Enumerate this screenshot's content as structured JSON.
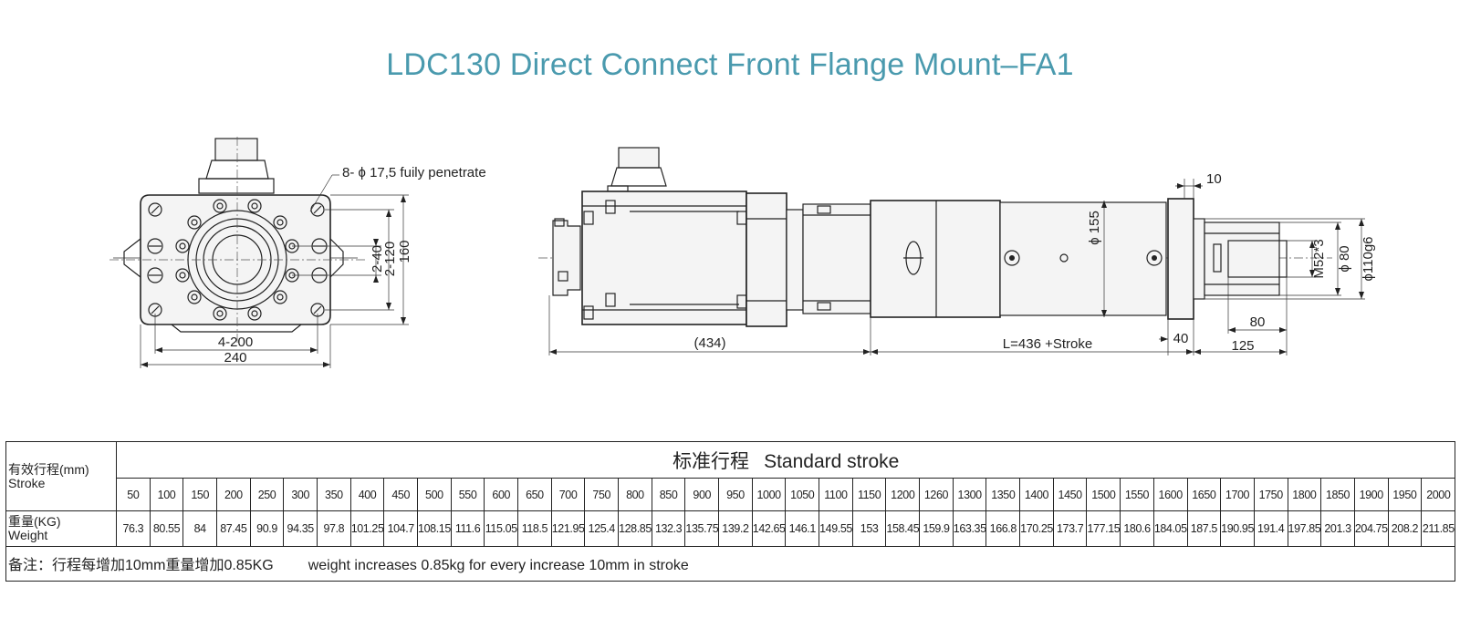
{
  "title": "LDC130 Direct Connect Front Flange Mount–FA1",
  "colors": {
    "title": "#4a9aae",
    "lines": "#222222"
  },
  "front_view": {
    "hole_note": "8- ϕ 17,5 fuily penetrate",
    "dims": {
      "d40": "2-40",
      "d120": "2-120",
      "d160": "160",
      "d4x200": "4-200",
      "d240": "240"
    }
  },
  "side_view": {
    "dims": {
      "motor_len": "(434)",
      "body_len": "L=436 +Stroke",
      "d10": "10",
      "phi155": "ϕ 155",
      "thread": "M52*3",
      "phi80": "ϕ 80",
      "phi110": "ϕ110g6",
      "d40": "40",
      "d80": "80",
      "d125": "125"
    }
  },
  "table": {
    "row1_label_cn": "有效行程(mm)",
    "row1_label_en": "Stroke",
    "header_cn": "标准行程",
    "header_en": "Standard stroke",
    "row2_label_cn": "重量(KG)",
    "row2_label_en": "Weight",
    "strokes": [
      "50",
      "100",
      "150",
      "200",
      "250",
      "300",
      "350",
      "400",
      "450",
      "500",
      "550",
      "600",
      "650",
      "700",
      "750",
      "800",
      "850",
      "900",
      "950",
      "1000",
      "1050",
      "1100",
      "1150",
      "1200",
      "1260",
      "1300",
      "1350",
      "1400",
      "1450",
      "1500",
      "1550",
      "1600",
      "1650",
      "1700",
      "1750",
      "1800",
      "1850",
      "1900",
      "1950",
      "2000"
    ],
    "weights": [
      "76.3",
      "80.55",
      "84",
      "87.45",
      "90.9",
      "94.35",
      "97.8",
      "101.25",
      "104.7",
      "108.15",
      "111.6",
      "115.05",
      "118.5",
      "121.95",
      "125.4",
      "128.85",
      "132.3",
      "135.75",
      "139.2",
      "142.65",
      "146.1",
      "149.55",
      "153",
      "158.45",
      "159.9",
      "163.35",
      "166.8",
      "170.25",
      "173.7",
      "177.15",
      "180.6",
      "184.05",
      "187.5",
      "190.95",
      "191.4",
      "197.85",
      "201.3",
      "204.75",
      "208.2",
      "211.85"
    ],
    "note_cn": "备注：行程每增加10mm重量增加0.85KG",
    "note_en": "weight increases 0.85kg for every increase 10mm in stroke"
  }
}
